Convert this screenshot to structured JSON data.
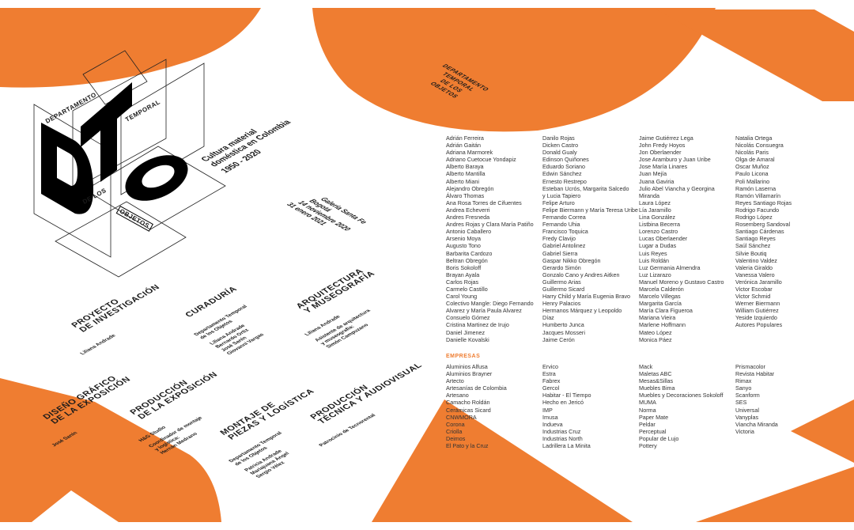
{
  "colors": {
    "accent": "#ef7d31",
    "ink": "#000000"
  },
  "logo": {
    "letters": "DTO",
    "words": [
      "DEPARTAMENTO",
      "TEMPORAL",
      "DE LOS",
      "OBJETOS"
    ]
  },
  "title": {
    "line1": "Cultura material",
    "line2": "doméstica en Colombia",
    "years": "1950 - 2020"
  },
  "venue": {
    "line1": "Galería Santa Fe",
    "line2": "Bogotá",
    "line3": "14 noviembre 2020",
    "line4": "31 enero 2021"
  },
  "small_logo": {
    "lines": [
      "DEPARTAMENTO",
      "TEMPORAL",
      "DE LOS",
      "OBJETOS"
    ]
  },
  "credits": [
    {
      "heading": [
        "PROYECTO",
        "DE INVESTIGACIÓN"
      ],
      "names": [
        "Liliana Andrade"
      ]
    },
    {
      "heading": [
        "CURADURÍA"
      ],
      "names": [
        "Departamento Temporal",
        "de los Objetos",
        "",
        "Liliana Andrade",
        "Bernardo Ortiz",
        "José Sanín",
        "Giovanni Vargas"
      ]
    },
    {
      "heading": [
        "ARQUITECTURA",
        "Y MUSEOGRAFÍA"
      ],
      "names": [
        "Liliana Andrade",
        "",
        "Asistente de arquitectura",
        "y museografía:",
        "Simón Campuzano"
      ]
    },
    {
      "heading": [
        "DISEÑO GRÁFICO",
        "DE LA EXPOSICIÓN"
      ],
      "names": [
        "José Sanín"
      ]
    },
    {
      "heading": [
        "PRODUCCIÓN",
        "DE LA EXPOSICIÓN"
      ],
      "names": [
        "H&G Studio",
        "",
        "Coordinador de montaje",
        "y logística:",
        "Hernán Medrano"
      ]
    },
    {
      "heading": [
        "MONTAJE DE",
        "PIEZAS Y LOGÍSTICA"
      ],
      "names": [
        "Departamento Temporal",
        "de los Objetos",
        "",
        "Patricia Andrade",
        "Mariajuana Ángel",
        "Sergio Vélez"
      ]
    },
    {
      "heading": [
        "PRODUCCIÓN",
        "TÉCNICA Y AUDIOVISUAL"
      ],
      "names": [
        "Patrocinio de Tecnorental"
      ]
    }
  ],
  "people": [
    [
      "Adrián Ferreira",
      "Adrián Gaitán",
      "Adriana Marmorek",
      "Adriano Cuetocue Yondapiz",
      "Alberto Baraya",
      "Alberto Mantilla",
      "Alberto Miani",
      "Alejandro Obregón",
      "Álvaro Thomas",
      "Ana Rosa Torres de Cifuentes",
      "Andrea Echeverri",
      "Andres Fresneda",
      "Andres Rojas y Clara María Patiño",
      "Antonio Caballero",
      "Arsenio Moya",
      "Augusto Tono",
      "Barbarita Cardozo",
      "Beltran Obregón",
      "Boris Sokoloff",
      "Brayan Ayala",
      "Carlos Rojas",
      "Carmelo Castillo",
      "Carol Young",
      "Colectivo Mangle: Diego Fernando",
      "Alvarez y María Paula Alvarez",
      "Consuelo Gómez",
      "Cristina Martinez de Irujo",
      "Daniel Jimenez",
      "Danielle Kovalski"
    ],
    [
      "Danilo Rojas",
      "Dicken Castro",
      "Donald Gualy",
      "Edinson Quiñones",
      "Eduardo Soriano",
      "Edwin Sánchez",
      "Ernesto Restrepo",
      "Esteban Ucrós, Margarita Salcedo",
      "y Lucia Tapiero",
      "Felipe Arturo",
      "Felipe Biermann y María Teresa Uribe",
      "Fernando Correa",
      "Fernando Uhia",
      "Francisco Toquica",
      "Fredy Clavijo",
      "Gabriel Antolinez",
      "Gabriel Sierra",
      "Gaspar Nikko Obregón",
      "Gerardo Simón",
      "Gonzalo Cano y Andres Aitken",
      "Guillermo Arias",
      "Guillermo Sicard",
      "Harry Child y María Eugenia Bravo",
      "Henry Palacios",
      "Hermanos Márquez y Leopoldo",
      "Díaz",
      "Humberto Junca",
      "Jacques Mosseri",
      "Jaime Cerón"
    ],
    [
      "Jaime Gutiérrez Lega",
      "John Fredy Hoyos",
      "Jon Oberlaender",
      "Jose Aramburo y Juan Uribe",
      "Jose María Linares",
      "Juan Mejía",
      "Juana Gaviria",
      "Julio Abel Viancha y Georgina",
      "Miranda",
      "Laura López",
      "Lía Jaramillo",
      "Lina González",
      "Listbina Becerra",
      "Lorenzo Castro",
      "Lucas Oberlaender",
      "Lugar a Dudas",
      "Luis Reyes",
      "Luis Roldán",
      "Luz Germania Almendra",
      "Luz Lizarazo",
      "Manuel Moreno y Gustavo Castro",
      "Marcela Calderón",
      "Marcelo Villegas",
      "Margarita García",
      "María Clara Figueroa",
      "Mariana Vieira",
      "Marlene Hoffmann",
      "Mateo López",
      "Monica Páez"
    ],
    [
      "Natalia Ortega",
      "Nicolás Consuegra",
      "Nicolás Paris",
      "Olga de Amaral",
      "Oscar Muñoz",
      "Paulo Licona",
      "Poli Mallarino",
      "Ramón Laserna",
      "Ramón Villamarín",
      "Reyes Santiago Rojas",
      "Rodrigo Facundo",
      "Rodrigo López",
      "Rosemberg Sandoval",
      "Santiago Cárdenas",
      "Santiago Reyes",
      "Saúl Sánchez",
      "Silvie Boutiq",
      "Valentino Valdez",
      "Valeria Giraldo",
      "Vanessa Valero",
      "Verónica Jaramillo",
      "Victor Escobar",
      "Victor Schmid",
      "Werner Biermann",
      "William Gutiérrez",
      "Yeside Izquierdo",
      "Autores Populares"
    ]
  ],
  "empresas_title": "EMPRESAS",
  "empresas": [
    [
      "Aluminios Alfusa",
      "Aluminios Brayner",
      "Artecto",
      "Artesanías de Colombia",
      "Artesano",
      "Camacho Roldán",
      "Cerámicas Sicard",
      "CNWMORA",
      "Corona",
      "Criolla",
      "Deimos",
      "El Pato y la Cruz"
    ],
    [
      "Ervico",
      "Estra",
      "Fabrex",
      "Gercol",
      "Habitar - El Tiempo",
      "Hecho en Jericó",
      "IMP",
      "Imusa",
      "Indueva",
      "Industrias Cruz",
      "Industrias North",
      "Ladrillera La Minita"
    ],
    [
      "Mack",
      "Maletas ABC",
      "Mesas&Sillas",
      "Muebles Bima",
      "Muebles y Decoraciones Sokoloff",
      "MUMA",
      "Norma",
      "Paper Mate",
      "Peldar",
      "Perceptual",
      "Popular de Lujo",
      "Pottery"
    ],
    [
      "Prismacolor",
      "Revista Habitar",
      "Rimax",
      "Sanyo",
      "Scanform",
      "SES",
      "Universal",
      "Vanyplas",
      "Viancha Miranda",
      "Victoria"
    ]
  ]
}
